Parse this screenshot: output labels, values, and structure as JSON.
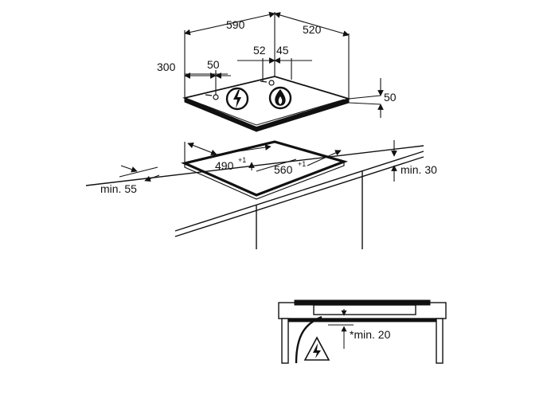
{
  "dimensions": {
    "hob_width": "590",
    "hob_depth": "520",
    "edge_to_control": "300",
    "control_offset": "50",
    "gap_left": "52",
    "gap_right": "45",
    "hob_height": "50",
    "cutout_depth": "490",
    "cutout_depth_tol": "+1",
    "cutout_width": "560",
    "cutout_width_tol": "+1",
    "min_front": "min. 55",
    "min_side": "min. 30",
    "min_below": "*min. 20"
  },
  "icons": [
    "electric-hazard-icon",
    "gas-flame-icon",
    "electric-hazard-icon"
  ],
  "colors": {
    "line": "#111111",
    "fill": "#ffffff"
  }
}
